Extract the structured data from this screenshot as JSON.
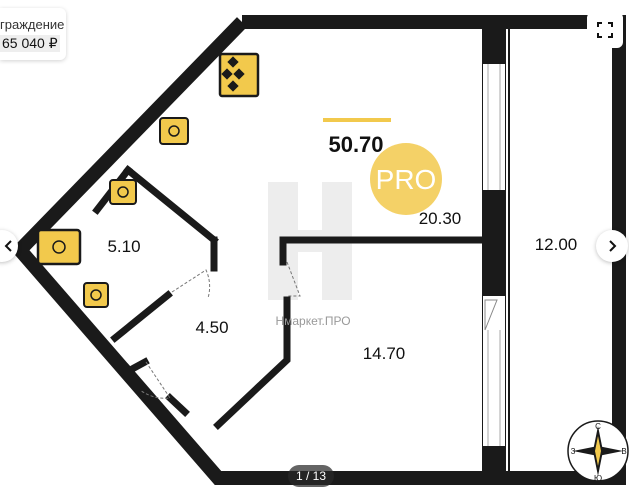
{
  "tag": {
    "label": "граждение",
    "price": "65 040 ₽"
  },
  "plan": {
    "total_area": "50.70",
    "rooms": {
      "living_room": "20.30",
      "balcony": "12.00",
      "bathroom": "5.10",
      "hallway": "4.50",
      "kitchen": "14.70"
    },
    "pro_badge": "PRO",
    "watermark_caption": "Нмаркет.ПРО",
    "accent_color": "#f2c94c",
    "wall_color": "#1a1a1a"
  },
  "compass": {
    "north": "С",
    "south": "Ю",
    "east": "В",
    "west": "З"
  },
  "gallery": {
    "counter": "1 / 13"
  },
  "icons": {
    "prev": "chevron-left-icon",
    "next": "chevron-right-icon",
    "expand": "expand-icon"
  }
}
